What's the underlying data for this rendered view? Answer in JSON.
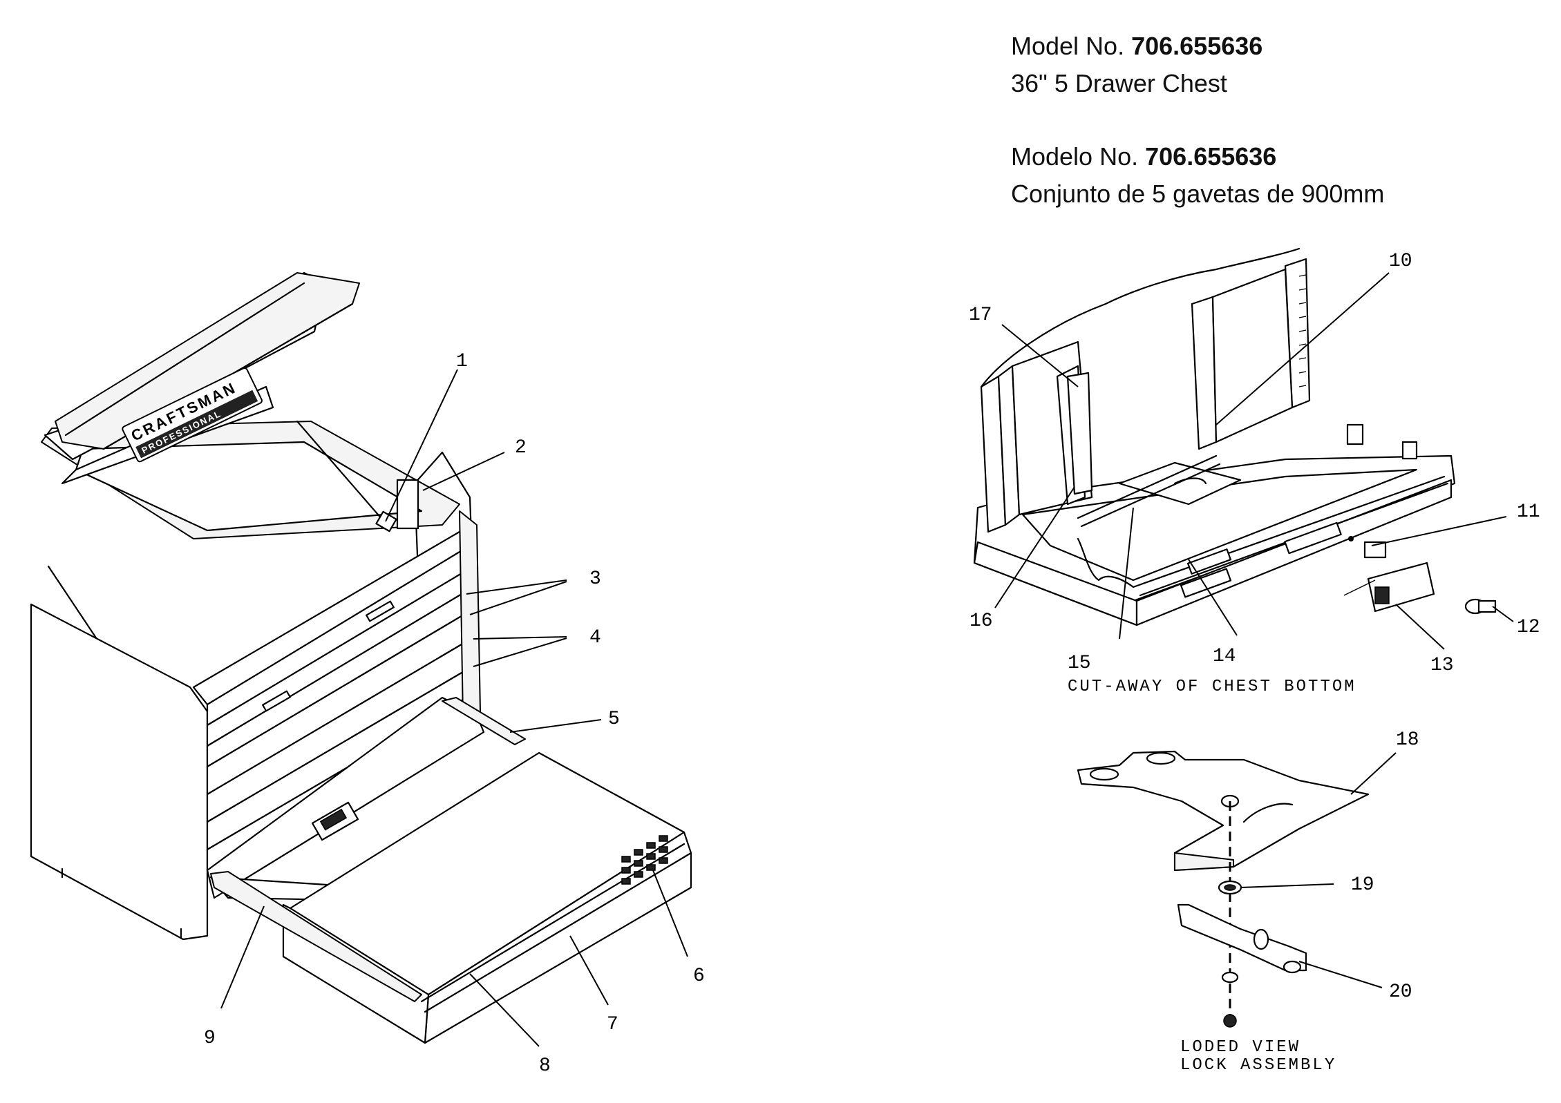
{
  "header": {
    "model_en_label": "Model No.",
    "model_en_number": "706.655636",
    "desc_en": "36\" 5 Drawer Chest",
    "model_es_label": "Modelo No.",
    "model_es_number": "706.655636",
    "desc_es": "Conjunto de 5 gavetas de 900mm"
  },
  "logo": {
    "line1": "CRAFTSMAN",
    "line2": "PROFESSIONAL"
  },
  "callouts": {
    "c1": "1",
    "c2": "2",
    "c3": "3",
    "c4": "4",
    "c5": "5",
    "c6": "6",
    "c7": "7",
    "c8": "8",
    "c9": "9",
    "c10": "10",
    "c11": "11",
    "c12": "12",
    "c13": "13",
    "c14": "14",
    "c15": "15",
    "c16": "16",
    "c17": "17",
    "c18": "18",
    "c19": "19",
    "c20": "20"
  },
  "captions": {
    "cutaway": "CUT-AWAY OF CHEST BOTTOM",
    "exploded_line1": "LODED VIEW",
    "exploded_line2": "LOCK ASSEMBLY"
  }
}
